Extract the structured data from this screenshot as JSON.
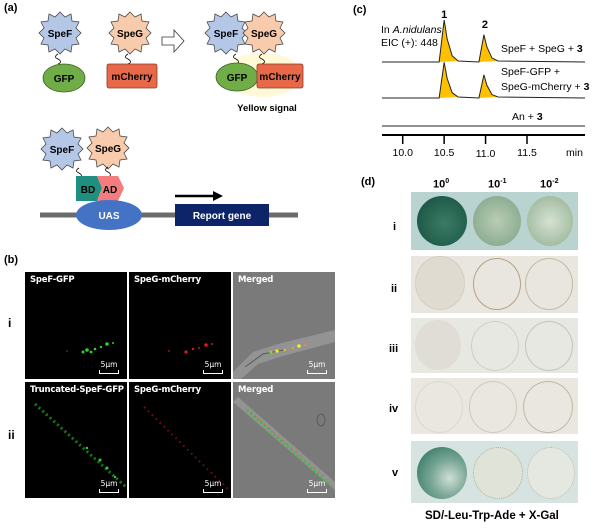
{
  "figure": {
    "panel_a": {
      "label": "(a)",
      "proteins": {
        "spef": "SpeF",
        "speg": "SpeG",
        "gfp": "GFP",
        "mcherry": "mCherry"
      },
      "result": "Yellow signal",
      "y2h": {
        "bd": "BD",
        "ad": "AD",
        "uas": "UAS",
        "report": "Report gene"
      },
      "colors": {
        "spef": "#b4c7e7",
        "speg": "#f8cbad",
        "gfp": "#70ad47",
        "mcherry": "#e8694a",
        "bd": "#1f9080",
        "ad": "#f47c7c",
        "uas": "#4472c4",
        "report": "#0d2468"
      }
    },
    "panel_b": {
      "label": "(b)",
      "rows": [
        {
          "id": "i",
          "titles": [
            "SpeF-GFP",
            "SpeG-mCherry",
            "Merged"
          ],
          "scale": [
            "5μm",
            "5μm",
            "5μm"
          ]
        },
        {
          "id": "ii",
          "titles": [
            "Truncated-SpeF-GFP",
            "SpeG-mCherry",
            "Merged"
          ],
          "scale": [
            "5μm",
            "5μm",
            "5μm"
          ]
        }
      ]
    },
    "panel_c": {
      "label": "(c)",
      "annotation_line1_prefix": "In ",
      "annotation_species": "A.nidulans",
      "annotation_line2": "EIC (+): 448",
      "peak_labels": [
        "1",
        "2"
      ],
      "traces": [
        {
          "label": "SpeF + SpeG + ",
          "bold": "3"
        },
        {
          "label_line1": "SpeF-GFP +",
          "label_line2": "SpeG-mCherry + ",
          "bold": "3"
        },
        {
          "label": "An + ",
          "bold": "3"
        }
      ],
      "axis_ticks": [
        "10.0",
        "10.5",
        "11.0",
        "11.5"
      ],
      "axis_unit": "min",
      "peak_color": "#ffc000"
    },
    "panel_d": {
      "label": "(d)",
      "dilutions": [
        {
          "base": "10",
          "exp": "0"
        },
        {
          "base": "10",
          "exp": "-1"
        },
        {
          "base": "10",
          "exp": "-2"
        }
      ],
      "rows": [
        "i",
        "ii",
        "iii",
        "iv",
        "v"
      ],
      "medium": "SD/-Leu-Trp-Ade + X-Gal"
    }
  },
  "chart_data": {
    "type": "line",
    "title": "In A.nidulans EIC (+): 448",
    "xlabel": "min",
    "x_ticks": [
      10.0,
      10.5,
      11.0,
      11.5
    ],
    "xlim": [
      9.75,
      12.2
    ],
    "series": [
      {
        "name": "SpeF + SpeG + 3",
        "peaks": [
          {
            "x": 10.5,
            "label": "1",
            "rel_height": 1.0
          },
          {
            "x": 10.98,
            "label": "2",
            "rel_height": 0.65
          }
        ]
      },
      {
        "name": "SpeF-GFP + SpeG-mCherry + 3",
        "peaks": [
          {
            "x": 10.5,
            "label": "1",
            "rel_height": 0.85
          },
          {
            "x": 10.98,
            "label": "2",
            "rel_height": 0.55
          }
        ]
      },
      {
        "name": "An + 3",
        "peaks": []
      }
    ]
  }
}
